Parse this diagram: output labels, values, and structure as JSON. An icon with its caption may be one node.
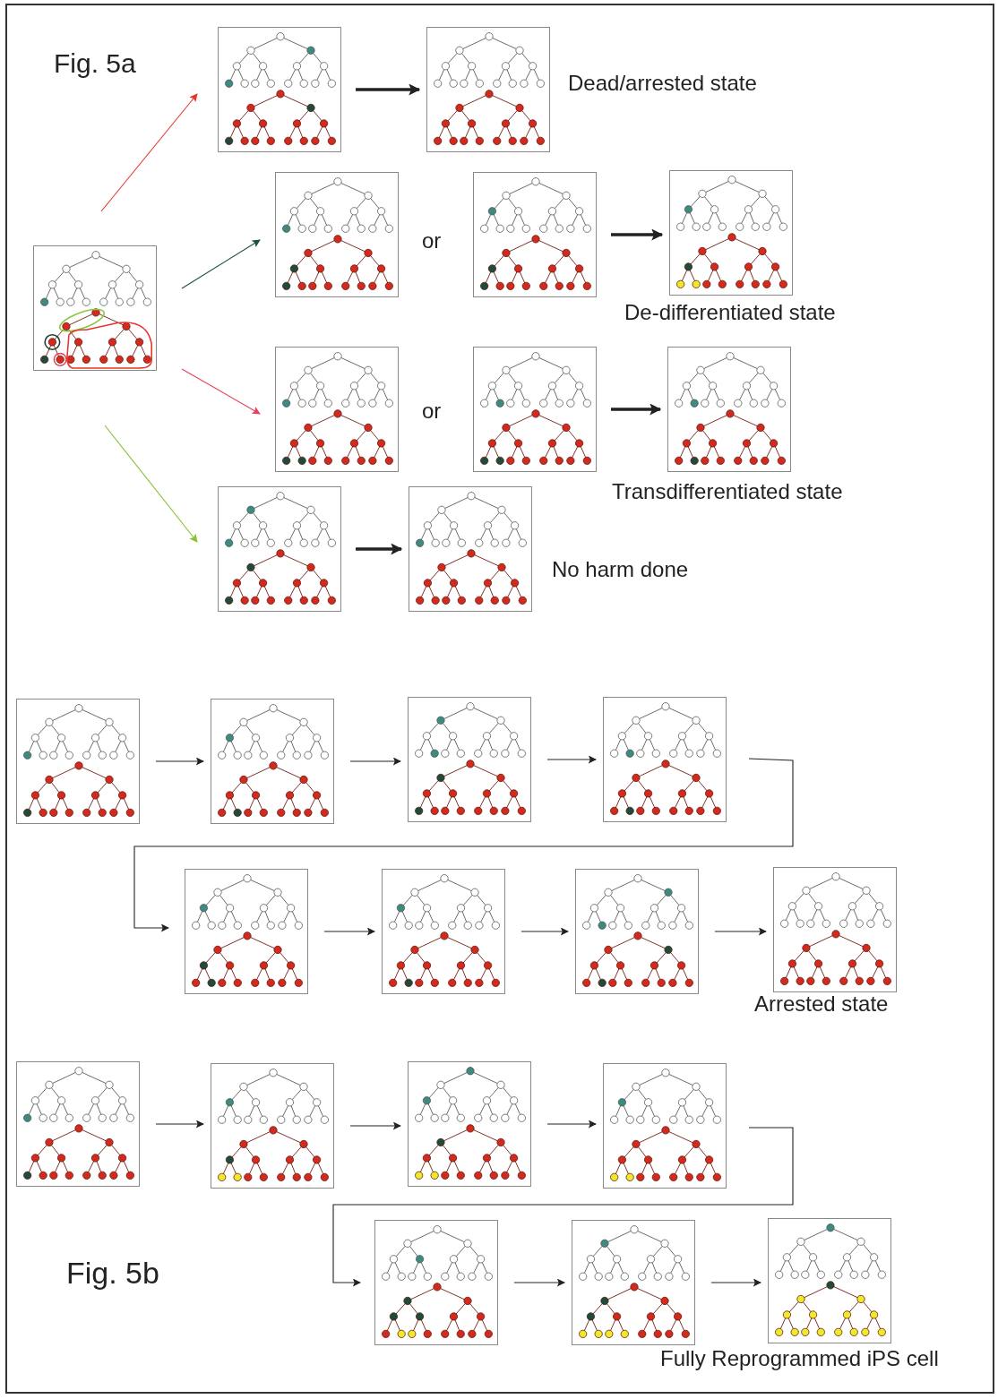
{
  "diagram": {
    "nodes": [
      {
        "text": [],
        "shape": "picture"
      },
      {
        "text": [],
        "shape": "picture"
      },
      {
        "text": [],
        "shape": "picture",
        "beside": [
          "Dead/arrested state"
        ]
      },
      {
        "text": [],
        "shape": "picture"
      },
      {
        "text": [],
        "shape": "picture"
      },
      {
        "text": [],
        "shape": "picture",
        "beside": [
          "De-differentiated state"
        ]
      },
      {
        "text": [],
        "shape": "picture"
      },
      {
        "text": [],
        "shape": "picture"
      },
      {
        "text": [],
        "shape": "picture",
        "beside": [
          "Transdifferentiated state"
        ]
      },
      {
        "text": [],
        "shape": "picture"
      },
      {
        "text": [],
        "shape": "picture",
        "beside": [
          "No harm done"
        ]
      },
      {
        "text": [],
        "shape": "picture"
      },
      {
        "text": [],
        "shape": "picture"
      },
      {
        "text": [],
        "shape": "picture"
      },
      {
        "text": [],
        "shape": "picture"
      },
      {
        "text": [],
        "shape": "picture"
      },
      {
        "text": [],
        "shape": "picture"
      },
      {
        "text": [],
        "shape": "picture"
      },
      {
        "text": [],
        "shape": "picture",
        "beside": [
          "Arrested state"
        ]
      },
      {
        "text": [],
        "shape": "picture"
      },
      {
        "text": [],
        "shape": "picture"
      },
      {
        "text": [],
        "shape": "picture"
      },
      {
        "text": [],
        "shape": "picture"
      },
      {
        "text": [],
        "shape": "picture"
      },
      {
        "text": [],
        "shape": "picture"
      },
      {
        "text": [],
        "shape": "picture",
        "beside": [
          "Fully Reprogrammed iPS cell"
        ]
      }
    ],
    "edges": [
      {
        "from": 0,
        "to": 1,
        "arrow": "to",
        "color": "#e8332a"
      },
      {
        "from": 0,
        "to": 3,
        "arrow": "to",
        "color": "#1e5040"
      },
      {
        "from": 0,
        "to": 6,
        "arrow": "to",
        "color": "#e8435a"
      },
      {
        "from": 0,
        "to": 9,
        "arrow": "to",
        "color": "#88c030"
      },
      {
        "from": 1,
        "to": 2,
        "arrow": "to",
        "style": "thick"
      },
      {
        "from": 4,
        "to": 5,
        "arrow": "to",
        "style": "thick"
      },
      {
        "from": 7,
        "to": 8,
        "arrow": "to",
        "style": "thick"
      },
      {
        "from": 9,
        "to": 10,
        "arrow": "to",
        "style": "thick"
      },
      {
        "from": 11,
        "to": 12,
        "arrow": "to"
      },
      {
        "from": 12,
        "to": 13,
        "arrow": "to"
      },
      {
        "from": 13,
        "to": 14,
        "arrow": "to"
      },
      {
        "from": 14,
        "to": 15,
        "arrow": "to"
      },
      {
        "from": 15,
        "to": 16,
        "arrow": "to"
      },
      {
        "from": 16,
        "to": 17,
        "arrow": "to"
      },
      {
        "from": 17,
        "to": 18,
        "arrow": "to"
      },
      {
        "from": 19,
        "to": 20,
        "arrow": "to"
      },
      {
        "from": 20,
        "to": 21,
        "arrow": "to"
      },
      {
        "from": 21,
        "to": 22,
        "arrow": "to"
      },
      {
        "from": 22,
        "to": 23,
        "arrow": "to"
      },
      {
        "from": 23,
        "to": 24,
        "arrow": "to"
      },
      {
        "from": 24,
        "to": 25,
        "arrow": "to"
      }
    ],
    "labels": [
      "Fig. 5a",
      "or",
      "or",
      "Fig. 5b"
    ]
  }
}
